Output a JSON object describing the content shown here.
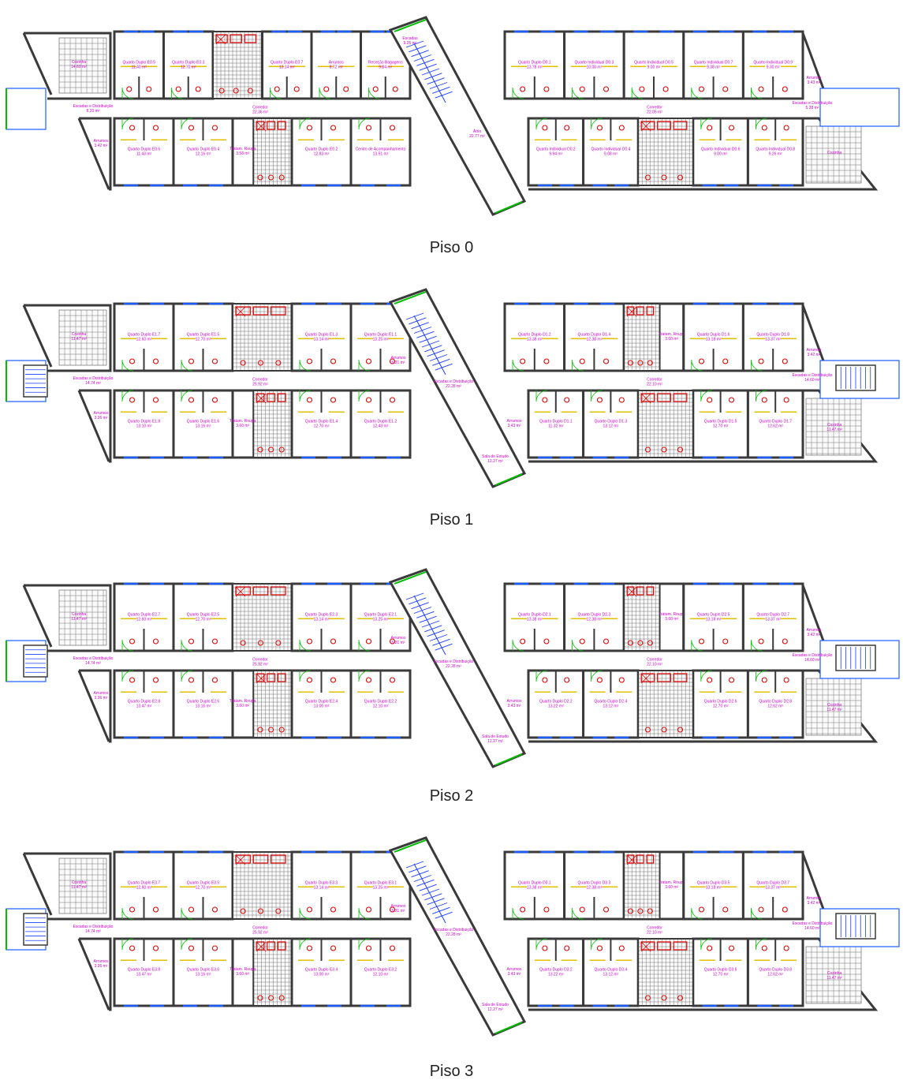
{
  "floors": [
    {
      "caption": "Piso 0",
      "left_rooms_top": [
        {
          "name": "Quarto Duplo E0.5",
          "area": "11.40 m²"
        },
        {
          "name": "Quarto Duplo E0.3",
          "area": "12.70 m²"
        },
        {
          "name": "",
          "area": ""
        },
        {
          "name": "Quarto Duplo E0.7",
          "area": "13.14 m²"
        },
        {
          "name": "Arrumos",
          "area": "8.72 m²"
        },
        {
          "name": "Receção Bagagens",
          "area": "9.84 m²"
        }
      ],
      "left_rooms_bottom": [
        {
          "name": "Quarto Duplo E0.6",
          "area": "11.43 m²"
        },
        {
          "name": "Quarto Duplo E0.4",
          "area": "12.16 m²"
        },
        {
          "name": "Tratam. Roupa",
          "area": "3.58 m²"
        },
        {
          "name": "Quarto Duplo E0.2",
          "area": "12.83 m²"
        },
        {
          "name": "Centro de Acompanhamento",
          "area": "13.51 m²"
        }
      ],
      "right_rooms_top": [
        {
          "name": "Quarto Duplo D0.1",
          "area": "13.78 m²"
        },
        {
          "name": "Quarto Individual D0.3",
          "area": "10.00 m²"
        },
        {
          "name": "Quarto Individual D0.5",
          "area": "9.00 m²"
        },
        {
          "name": "Quarto Individual D0.7",
          "area": "9.38 m²"
        },
        {
          "name": "Quarto Individual D0.9",
          "area": "9.30 m²"
        }
      ],
      "right_rooms_bottom": [
        {
          "name": "Quarto Individual D0.2",
          "area": "9.94 m²"
        },
        {
          "name": "Quarto Individual D0.4",
          "area": "9.08 m²"
        },
        {
          "name": "Quarto Individual D0.6",
          "area": "9.00 m²"
        },
        {
          "name": "Quarto Individual D0.8",
          "area": "9.26 m²"
        }
      ],
      "left_corridor": {
        "name": "Corredor",
        "area": "22.36 m²"
      },
      "right_corridor": {
        "name": "Corredor",
        "area": "22.05 m²"
      },
      "stair_left": {
        "name": "Escadas e Distribuição",
        "area": "8.20 m²"
      },
      "stair_right": {
        "name": "Escadas e Distribuição",
        "area": "5.38 m²"
      },
      "storage_left": {
        "name": "Arrumos",
        "area": "3.42 m²"
      },
      "storage_right": {
        "name": "Arrumos",
        "area": "3.43 m²"
      },
      "kitchen_left": {
        "name": "Cozinha",
        "area": "14.60 m²"
      },
      "kitchen_right": {
        "name": "Cozinha",
        "area": ""
      },
      "stair_center": {
        "name": "Escadas",
        "area": "9.25 m²"
      },
      "center_hall": {
        "name": "Átrio",
        "area": "22.77 m²"
      }
    },
    {
      "caption": "Piso 1",
      "left_rooms_top": [
        {
          "name": "Quarto Duplo E1.7",
          "area": "12.60 m²"
        },
        {
          "name": "Quarto Duplo E1.5",
          "area": "12.70 m²"
        },
        {
          "name": "",
          "area": ""
        },
        {
          "name": "Quarto Duplo E1.3",
          "area": "13.14 m²"
        },
        {
          "name": "Quarto Duplo E1.1",
          "area": "13.25 m²"
        }
      ],
      "left_rooms_bottom": [
        {
          "name": "Quarto Duplo E1.8",
          "area": "13.10 m²"
        },
        {
          "name": "Quarto Duplo E1.6",
          "area": "13.16 m²"
        },
        {
          "name": "Tratam. Roupa",
          "area": "3.60 m²"
        },
        {
          "name": "Quarto Duplo E1.4",
          "area": "12.70 m²"
        },
        {
          "name": "Quarto Duplo E1.2",
          "area": "12.43 m²"
        }
      ],
      "right_rooms_top": [
        {
          "name": "Quarto Duplo D1.2",
          "area": "13.38 m²"
        },
        {
          "name": "Quarto Duplo D1.4",
          "area": "12.38 m²"
        },
        {
          "name": "Tratam. Roupa",
          "area": "3.60 m²"
        },
        {
          "name": "Quarto Duplo D1.6",
          "area": "13.18 m²"
        },
        {
          "name": "Quarto Duplo D1.8",
          "area": "13.37 m²"
        }
      ],
      "right_rooms_bottom": [
        {
          "name": "Quarto Duplo D1.1",
          "area": "11.32 m²"
        },
        {
          "name": "Quarto Duplo D1.3",
          "area": "13.12 m²"
        },
        {
          "name": "Quarto Duplo D1.5",
          "area": "12.70 m²"
        },
        {
          "name": "Quarto Duplo D1.7",
          "area": "12.62 m²"
        }
      ],
      "left_corridor": {
        "name": "Corredor",
        "area": "25.92 m²"
      },
      "right_corridor": {
        "name": "Corredor",
        "area": "22.10 m²"
      },
      "stair_left": {
        "name": "Escadas e Distribuição",
        "area": "14.74 m²"
      },
      "stair_right": {
        "name": "Escadas e Distribuição",
        "area": "14.60 m²"
      },
      "storage_left": {
        "name": "Arrumos",
        "area": "3.36 m²"
      },
      "storage_right": {
        "name": "Arrumos",
        "area": "3.42 m²"
      },
      "kitchen_left": {
        "name": "Cozinha",
        "area": "11.47 m²"
      },
      "kitchen_right": {
        "name": "Cozinha",
        "area": "11.47 m²"
      },
      "stair_center": {
        "name": "Escadas e Distribuição",
        "area": "22.28 m²"
      },
      "center_hall": {
        "name": "Sala de Estudo",
        "area": "12.27 m²"
      },
      "storage_center": {
        "name": "Arrumos",
        "area": "5.31 m²"
      },
      "storage_center2": {
        "name": "Arrumos",
        "area": "3.43 m²"
      }
    },
    {
      "caption": "Piso 2",
      "left_rooms_top": [
        {
          "name": "Quarto Duplo E2.7",
          "area": "12.60 m²"
        },
        {
          "name": "Quarto Duplo E2.5",
          "area": "12.70 m²"
        },
        {
          "name": "",
          "area": ""
        },
        {
          "name": "Quarto Duplo E2.3",
          "area": "13.14 m²"
        },
        {
          "name": "Quarto Duplo E2.1",
          "area": "13.25 m²"
        }
      ],
      "left_rooms_bottom": [
        {
          "name": "Quarto Duplo E2.8",
          "area": "13.47 m²"
        },
        {
          "name": "Quarto Duplo E2.6",
          "area": "13.16 m²"
        },
        {
          "name": "Tratam. Roupa",
          "area": "3.60 m²"
        },
        {
          "name": "Quarto Duplo E2.4",
          "area": "13.00 m²"
        },
        {
          "name": "Quarto Duplo E2.2",
          "area": "12.10 m²"
        }
      ],
      "right_rooms_top": [
        {
          "name": "Quarto Duplo D2.1",
          "area": "13.38 m²"
        },
        {
          "name": "Quarto Duplo D2.3",
          "area": "12.38 m²"
        },
        {
          "name": "Tratam. Roupa",
          "area": "3.60 m²"
        },
        {
          "name": "Quarto Duplo D2.5",
          "area": "13.18 m²"
        },
        {
          "name": "Quarto Duplo D2.7",
          "area": "13.37 m²"
        }
      ],
      "right_rooms_bottom": [
        {
          "name": "Quarto Duplo D2.2",
          "area": "13.22 m²"
        },
        {
          "name": "Quarto Duplo D2.4",
          "area": "13.12 m²"
        },
        {
          "name": "Quarto Duplo D2.6",
          "area": "12.70 m²"
        },
        {
          "name": "Quarto Duplo D2.8",
          "area": "12.62 m²"
        }
      ],
      "left_corridor": {
        "name": "Corredor",
        "area": "25.92 m²"
      },
      "right_corridor": {
        "name": "Corredor",
        "area": "22.10 m²"
      },
      "stair_left": {
        "name": "Escadas e Distribuição",
        "area": "14.74 m²"
      },
      "stair_right": {
        "name": "Escadas e Distribuição",
        "area": "14.60 m²"
      },
      "storage_left": {
        "name": "Arrumos",
        "area": "3.36 m²"
      },
      "storage_right": {
        "name": "Arrumos",
        "area": "3.42 m²"
      },
      "kitchen_left": {
        "name": "Cozinha",
        "area": "11.47 m²"
      },
      "kitchen_right": {
        "name": "Cozinha",
        "area": "11.47 m²"
      },
      "stair_center": {
        "name": "Escadas e Distribuição",
        "area": "22.28 m²"
      },
      "center_hall": {
        "name": "Sala de Estudo",
        "area": "12.27 m²"
      },
      "storage_center": {
        "name": "Arrumos",
        "area": "5.31 m²"
      },
      "storage_center2": {
        "name": "Arrumos",
        "area": "3.43 m²"
      }
    },
    {
      "caption": "Piso 3",
      "left_rooms_top": [
        {
          "name": "Quarto Duplo E3.7",
          "area": "12.60 m²"
        },
        {
          "name": "Quarto Duplo E3.5",
          "area": "12.70 m²"
        },
        {
          "name": "",
          "area": ""
        },
        {
          "name": "Quarto Duplo E3.3",
          "area": "13.14 m²"
        },
        {
          "name": "Quarto Duplo E3.1",
          "area": "13.25 m²"
        }
      ],
      "left_rooms_bottom": [
        {
          "name": "Quarto Duplo E3.8",
          "area": "13.47 m²"
        },
        {
          "name": "Quarto Duplo E3.6",
          "area": "13.16 m²"
        },
        {
          "name": "Tratam. Roupa",
          "area": "3.60 m²"
        },
        {
          "name": "Quarto Duplo E3.4",
          "area": "13.00 m²"
        },
        {
          "name": "Quarto Duplo E3.2",
          "area": "12.10 m²"
        }
      ],
      "right_rooms_top": [
        {
          "name": "Quarto Duplo D3.1",
          "area": "13.38 m²"
        },
        {
          "name": "Quarto Duplo D3.3",
          "area": "12.38 m²"
        },
        {
          "name": "Tratam. Roupa",
          "area": "3.60 m²"
        },
        {
          "name": "Quarto Duplo D3.5",
          "area": "13.18 m²"
        },
        {
          "name": "Quarto Duplo D3.7",
          "area": "13.37 m²"
        }
      ],
      "right_rooms_bottom": [
        {
          "name": "Quarto Duplo D3.2",
          "area": "13.22 m²"
        },
        {
          "name": "Quarto Duplo D3.4",
          "area": "13.12 m²"
        },
        {
          "name": "Quarto Duplo D3.6",
          "area": "12.70 m²"
        },
        {
          "name": "Quarto Duplo D3.8",
          "area": "12.62 m²"
        }
      ],
      "left_corridor": {
        "name": "Corredor",
        "area": "25.92 m²"
      },
      "right_corridor": {
        "name": "Corredor",
        "area": "22.10 m²"
      },
      "stair_left": {
        "name": "Escadas e Distribuição",
        "area": "14.74 m²"
      },
      "stair_right": {
        "name": "Escadas e Distribuição",
        "area": "14.60 m²"
      },
      "storage_left": {
        "name": "Arrumos",
        "area": "3.36 m²"
      },
      "storage_right": {
        "name": "Arrumos",
        "area": "3.42 m²"
      },
      "kitchen_left": {
        "name": "Cozinha",
        "area": "11.47 m²"
      },
      "kitchen_right": {
        "name": "Cozinha",
        "area": "11.47 m²"
      },
      "stair_center": {
        "name": "Escadas e Distribuição",
        "area": "22.28 m²"
      },
      "center_hall": {
        "name": "Sala de Estudo",
        "area": "12.27 m²"
      },
      "storage_center": {
        "name": "Arrumos",
        "area": "5.31 m²"
      },
      "storage_center2": {
        "name": "Arrumos",
        "area": "3.43 m²"
      }
    }
  ],
  "colors": {
    "wall": "#3a3a3a",
    "label": "#d000d0",
    "door": "#00c000",
    "window": "#1a5cff",
    "sanitary": "#e00000",
    "stairs": "#1a3cff",
    "tile": "#555555"
  }
}
